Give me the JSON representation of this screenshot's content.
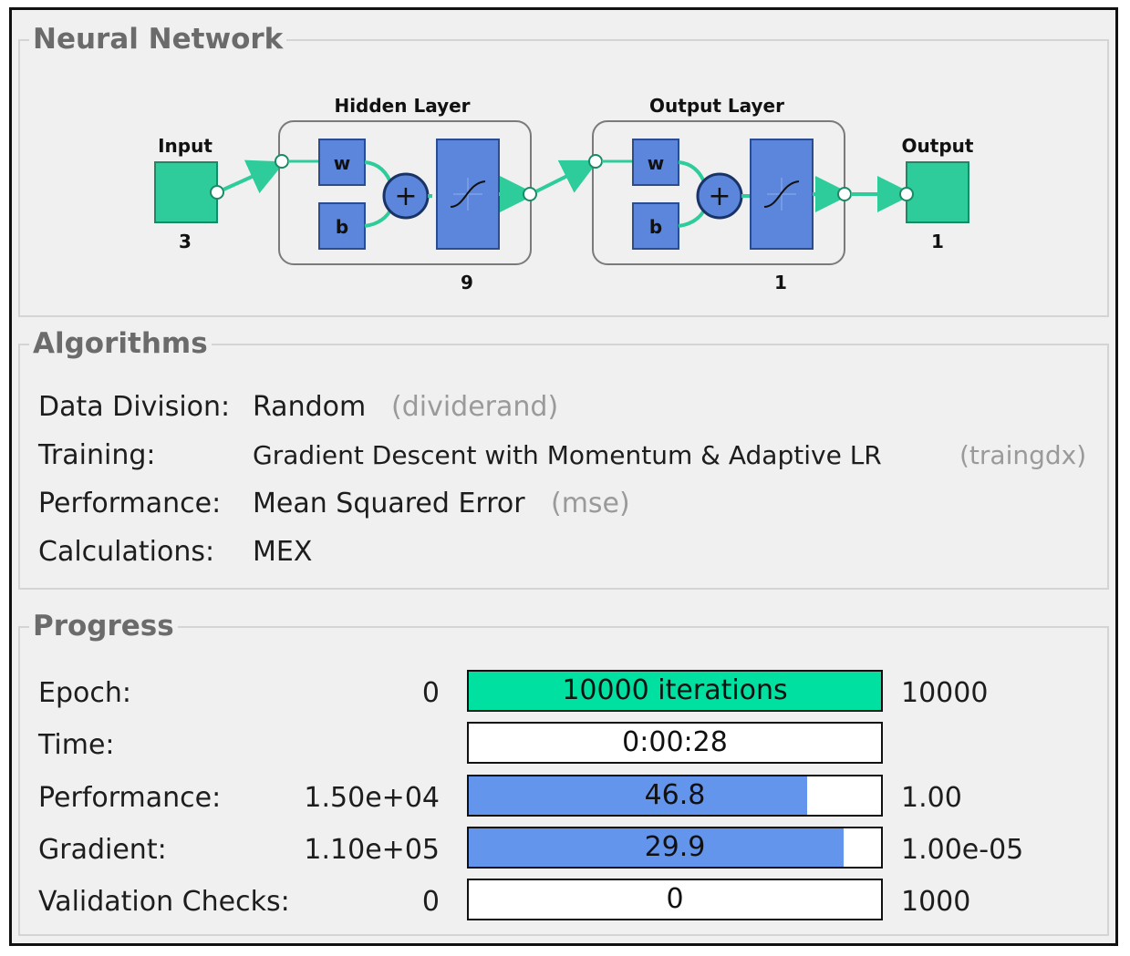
{
  "neural_network": {
    "title": "Neural Network",
    "input_label": "Input",
    "input_size": "3",
    "hidden_layer_label": "Hidden Layer",
    "hidden_size": "9",
    "output_layer_label": "Output Layer",
    "output_layer_size": "1",
    "output_label": "Output",
    "output_size": "1",
    "weight_symbol": "w",
    "bias_symbol": "b",
    "colors": {
      "io_block": "#2ecc9a",
      "layer_block": "#5b86db",
      "connector": "#2ecc9a"
    }
  },
  "algorithms": {
    "title": "Algorithms",
    "rows": [
      {
        "label": "Data Division:",
        "value": "Random",
        "fn": "(dividerand)"
      },
      {
        "label": "Training:",
        "value": "Gradient Descent with Momentum & Adaptive LR",
        "fn": "(traingdx)"
      },
      {
        "label": "Performance:",
        "value": "Mean Squared Error",
        "fn": "(mse)"
      },
      {
        "label": "Calculations:",
        "value": "MEX",
        "fn": ""
      }
    ]
  },
  "progress": {
    "title": "Progress",
    "rows": [
      {
        "label": "Epoch:",
        "start": "0",
        "bar_text": "10000 iterations",
        "end": "10000",
        "fill_fraction": 1.0,
        "fill_color": "#00e0a0"
      },
      {
        "label": "Time:",
        "start": "",
        "bar_text": "0:00:28",
        "end": "",
        "fill_fraction": 0.0,
        "fill_color": "#ffffff"
      },
      {
        "label": "Performance:",
        "start": "1.50e+04",
        "bar_text": "46.8",
        "end": "1.00",
        "fill_fraction": 0.82,
        "fill_color": "#6495ed"
      },
      {
        "label": "Gradient:",
        "start": "1.10e+05",
        "bar_text": "29.9",
        "end": "1.00e-05",
        "fill_fraction": 0.91,
        "fill_color": "#6495ed"
      },
      {
        "label": "Validation Checks:",
        "start": "0",
        "bar_text": "0",
        "end": "1000",
        "fill_fraction": 0.0,
        "fill_color": "#ffffff"
      }
    ]
  }
}
